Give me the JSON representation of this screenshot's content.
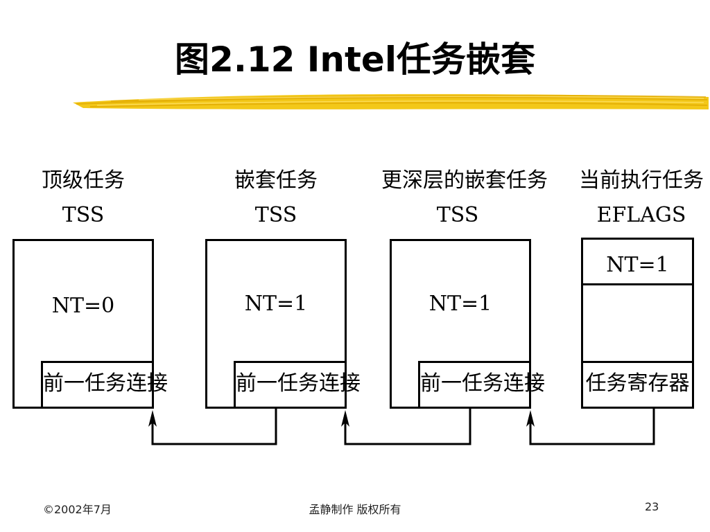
{
  "slide": {
    "title": "图2.12 Intel任务嵌套",
    "accent_color": "#f2c200"
  },
  "columns": [
    {
      "heading": "顶级任务",
      "subheading": "TSS",
      "nt_value": "NT=0",
      "slot_label": "前一任务连接"
    },
    {
      "heading": "嵌套任务",
      "subheading": "TSS",
      "nt_value": "NT=1",
      "slot_label": "前一任务连接"
    },
    {
      "heading": "更深层的嵌套任务",
      "subheading": "TSS",
      "nt_value": "NT=1",
      "slot_label": "前一任务连接"
    },
    {
      "heading": "当前执行任务",
      "subheading": "EFLAGS",
      "nt_value": "NT=1",
      "slot_label": "任务寄存器"
    }
  ],
  "footer": {
    "date": "©2002年7月",
    "author": "孟静制作 版权所有",
    "page_number": "23"
  }
}
